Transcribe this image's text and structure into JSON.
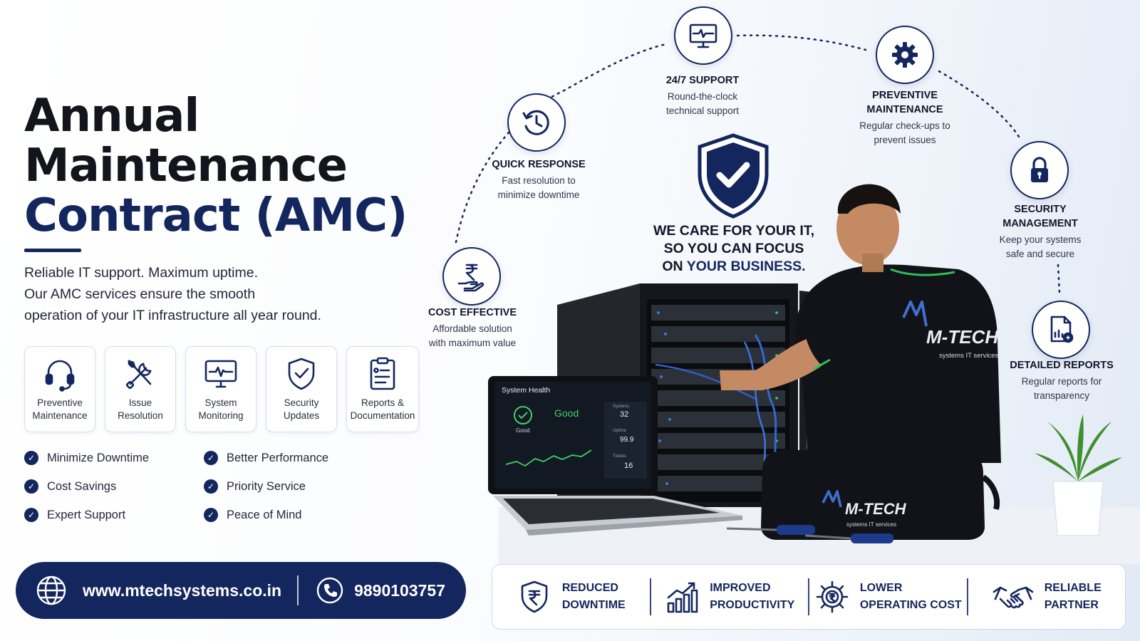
{
  "title": {
    "line1": "Annual",
    "line2": "Maintenance",
    "line3": "Contract (AMC)"
  },
  "intro": {
    "line1": "Reliable IT support. Maximum uptime.",
    "line2": "Our AMC services ensure the smooth",
    "line3": "operation of your IT infrastructure all year round."
  },
  "services": [
    {
      "label": "Preventive\nMaintenance",
      "icon": "headset-icon"
    },
    {
      "label": "Issue\nResolution",
      "icon": "tools-icon"
    },
    {
      "label": "System\nMonitoring",
      "icon": "monitor-pulse-icon"
    },
    {
      "label": "Security\nUpdates",
      "icon": "shield-check-icon"
    },
    {
      "label": "Reports &\nDocumentation",
      "icon": "document-icon"
    }
  ],
  "benefits": [
    "Minimize Downtime",
    "Better Performance",
    "Cost Savings",
    "Priority Service",
    "Expert Support",
    "Peace of Mind"
  ],
  "contact": {
    "website": "www.mtechsystems.co.in",
    "phone": "9890103757"
  },
  "features": [
    {
      "title": "24/7 SUPPORT",
      "desc": "Round-the-clock\ntechnical support",
      "icon": "monitor-icon"
    },
    {
      "title": "PREVENTIVE\nMAINTENANCE",
      "desc": "Regular check-ups to\nprevent issues",
      "icon": "gear-icon"
    },
    {
      "title": "QUICK RESPONSE",
      "desc": "Fast resolution to\nminimize downtime",
      "icon": "clock-icon"
    },
    {
      "title": "SECURITY\nMANAGEMENT",
      "desc": "Keep your systems\nsafe and secure",
      "icon": "lock-icon"
    },
    {
      "title": "COST EFFECTIVE",
      "desc": "Affordable solution\nwith maximum value",
      "icon": "rupee-hand-icon"
    },
    {
      "title": "DETAILED REPORTS",
      "desc": "Regular reports for\ntransparency",
      "icon": "report-icon"
    }
  ],
  "tagline": {
    "line1": "WE CARE FOR YOUR IT,",
    "line2": "SO YOU CAN FOCUS",
    "line3a": "ON ",
    "line3b": "YOUR BUSINESS."
  },
  "laptop": {
    "header": "System Health",
    "status_small": "Good",
    "status_big": "Good",
    "stats": [
      {
        "label": "Systems",
        "value": "32"
      },
      {
        "label": "Uptime",
        "value": "99.9"
      },
      {
        "label": "Tickets",
        "value": "16"
      }
    ]
  },
  "brand": {
    "name": "M-TECH",
    "sub": "systems IT services"
  },
  "values": [
    {
      "label": "REDUCED\nDOWNTIME",
      "icon": "rupee-shield-icon"
    },
    {
      "label": "IMPROVED\nPRODUCTIVITY",
      "icon": "growth-chart-icon"
    },
    {
      "label": "LOWER\nOPERATING COST",
      "icon": "cost-gear-icon"
    },
    {
      "label": "RELIABLE\nPARTNER",
      "icon": "handshake-icon"
    }
  ],
  "colors": {
    "navy": "#14265e",
    "text": "#1b2236",
    "accent_green": "#2fbf5a"
  }
}
